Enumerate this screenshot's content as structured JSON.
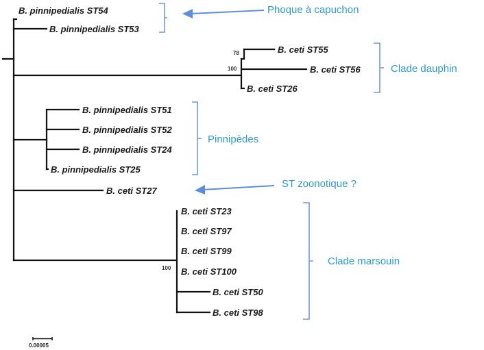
{
  "tree": {
    "taxa": [
      "B. pinnipedialis ST54",
      "B. pinnipedialis ST53",
      "B. ceti ST55",
      "B. ceti ST56",
      "B. ceti ST26",
      "B. pinnipedialis ST51",
      "B. pinnipedialis ST52",
      "B. pinnipedialis ST24",
      "B. pinnipedialis ST25",
      "B. ceti ST27",
      "B. ceti ST23",
      "B. ceti ST97",
      "B. ceti ST99",
      "B. ceti ST100",
      "B. ceti ST50",
      "B. ceti ST98"
    ],
    "support_values": [
      "78",
      "100",
      "100"
    ]
  },
  "annotations": {
    "hooded_seal": "Phoque à capuchon",
    "dolphin_clade": "Clade dauphin",
    "pinnipeds": "Pinnipèdes",
    "zoonotic_st": "ST zoonotique ?",
    "porpoise_clade": "Clade marsouin"
  },
  "scale": {
    "label": "0.00005"
  },
  "colors": {
    "annotation_text": "#2c9bd1",
    "bracket": "#6f9ad6",
    "arrow": "#5b8fd9",
    "branch": "#111111"
  }
}
